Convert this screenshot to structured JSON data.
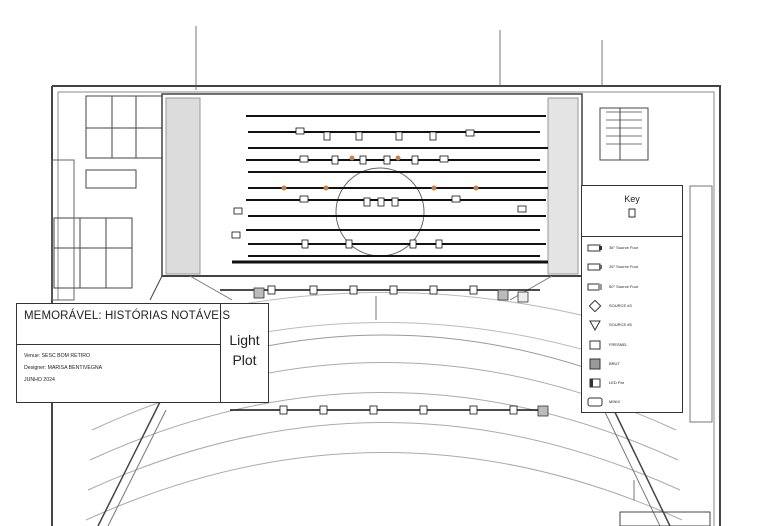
{
  "title_block": {
    "show_title": "MEMORÁVEL: HISTÓRIAS NOTÁVEIS",
    "venue": "Venue:   SESC BOM RETIRO",
    "designer": "Designer:   MARISA BENTIVEGNA",
    "date": "JUNHO 2024",
    "plot_label_line1": "Light",
    "plot_label_line2": "Plot"
  },
  "key": {
    "title": "Key",
    "items": [
      {
        "label": "36° Source Four",
        "icon": "ellipsoidal-36-icon"
      },
      {
        "label": "26° Source Four",
        "icon": "ellipsoidal-26-icon"
      },
      {
        "label": "50° Source Four",
        "icon": "ellipsoidal-50-icon"
      },
      {
        "label": "SOURCE #3",
        "icon": "fresnel-diamond-icon"
      },
      {
        "label": "SOURCE #5",
        "icon": "shield-lamp-icon"
      },
      {
        "label": "FRESNEL",
        "icon": "fresnel-icon"
      },
      {
        "label": "BRUT",
        "icon": "brut-icon"
      },
      {
        "label": "LED Par",
        "icon": "led-par-icon"
      },
      {
        "label": "MINIX",
        "icon": "minix-icon"
      }
    ]
  },
  "colors": {
    "line": "#333333",
    "light_grey": "#b8b8b8",
    "amber": "#c8834a"
  }
}
